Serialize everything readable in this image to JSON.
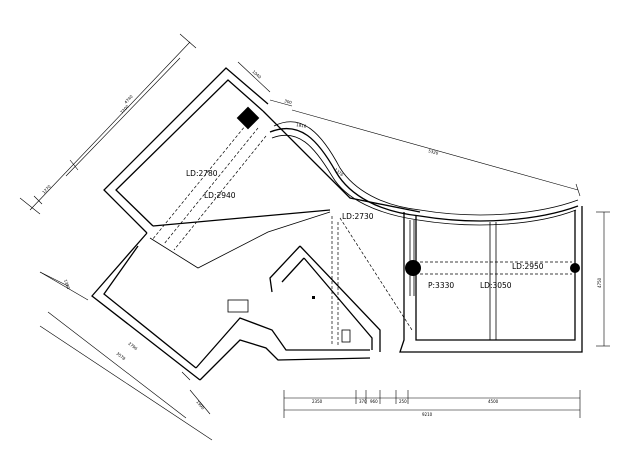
{
  "labels": {
    "ld_2780": "LD:2780",
    "ld_2940": "LD:2940",
    "ld_2730": "LD:2730",
    "ld_2950": "LD:2950",
    "p_3330": "P:3330",
    "ld_3050": "LD:3050"
  },
  "dimensions": {
    "top_diag_outer": "7200",
    "top_diag_inner": "4740",
    "left_small": "1270",
    "top_small_a": "1040",
    "top_small_b": "300",
    "arc_top": "1816",
    "arc_right": "1376",
    "long_diag": "5320",
    "right_vertical": "4750",
    "left_bottom_small": "1390",
    "left_bottom_a": "2796",
    "left_bottom_b": "3578",
    "left_bottom_c": "1990",
    "bottom_1": "2350",
    "bottom_2": "370",
    "bottom_3": "960",
    "bottom_4": "250",
    "bottom_5": "4500",
    "bottom_total": "9210"
  }
}
